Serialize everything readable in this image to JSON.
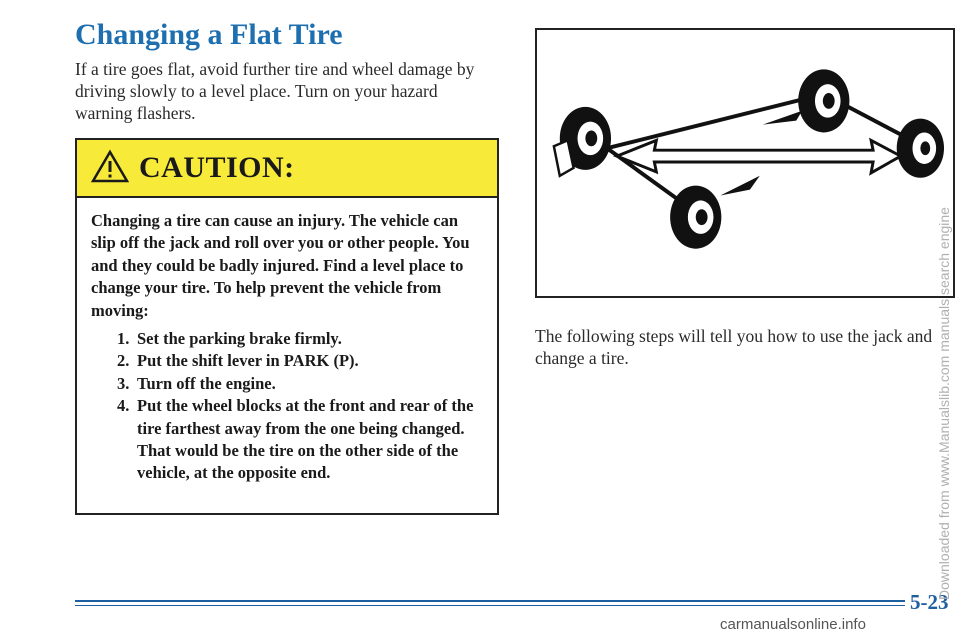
{
  "title": "Changing a Flat Tire",
  "intro": "If a tire goes flat, avoid further tire and wheel damage by driving slowly to a level place. Turn on your hazard warning flashers.",
  "caution": {
    "heading": "CAUTION:",
    "body": "Changing a tire can cause an injury. The vehicle can slip off the jack and roll over you or other people. You and they could be badly injured. Find a level place to change your tire. To help prevent the vehicle from moving:",
    "steps": [
      {
        "num": "1.",
        "text": "Set the parking brake firmly."
      },
      {
        "num": "2.",
        "text": "Put the shift lever in PARK (P)."
      },
      {
        "num": "3.",
        "text": "Turn off the engine."
      },
      {
        "num": "4.",
        "text": "Put the wheel blocks at the front and rear of the tire farthest away from the one being changed. That would be the tire on the other side of the vehicle, at the opposite end."
      }
    ],
    "band_color": "#f7ea39"
  },
  "right_text": "The following steps will tell you how to use the jack and change a tire.",
  "page_number": "5-23",
  "side_watermark": "Downloaded from www.Manualslib.com manuals search engine",
  "bottom_watermark": "carmanualsonline.info",
  "colors": {
    "title": "#1e6fb0",
    "rule": "#1e5fa0"
  },
  "icons": {
    "caution": "warning-triangle-icon",
    "figure": "tire-wheel-illustration"
  }
}
